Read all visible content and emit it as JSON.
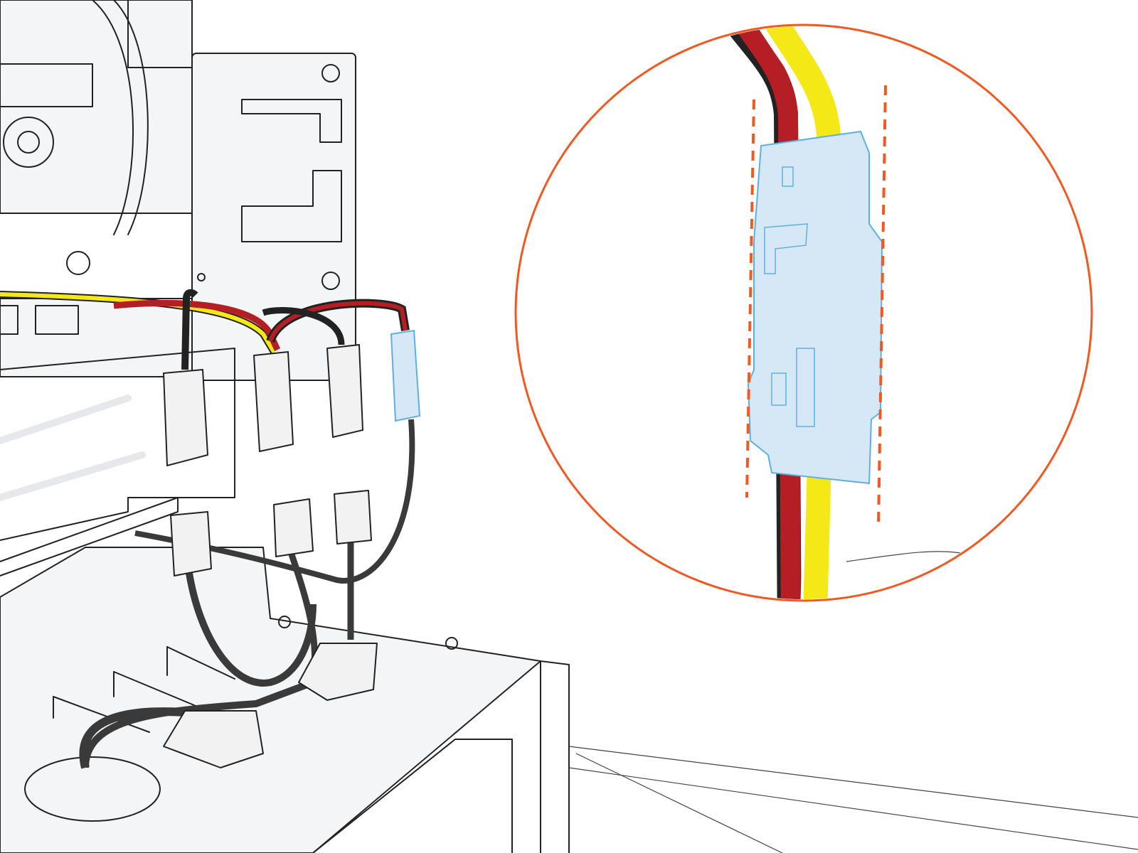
{
  "colors": {
    "callout_circle": "#f05a22",
    "guide_dashes": "#f05a22",
    "highlight_connector_fill": "#d6e8f5",
    "highlight_connector_stroke": "#5fb0e0",
    "wire_yellow": "#f4e817",
    "wire_red": "#b51f24",
    "wire_black": "#222222",
    "wire_white": "#ffffff",
    "cable_dark": "#3a3a3a"
  },
  "illustration": {
    "callout": "magnified-connector-detail",
    "highlighted_connector_count": 1,
    "unplugged_connector_count": 3,
    "mating_connector_count": 3
  }
}
